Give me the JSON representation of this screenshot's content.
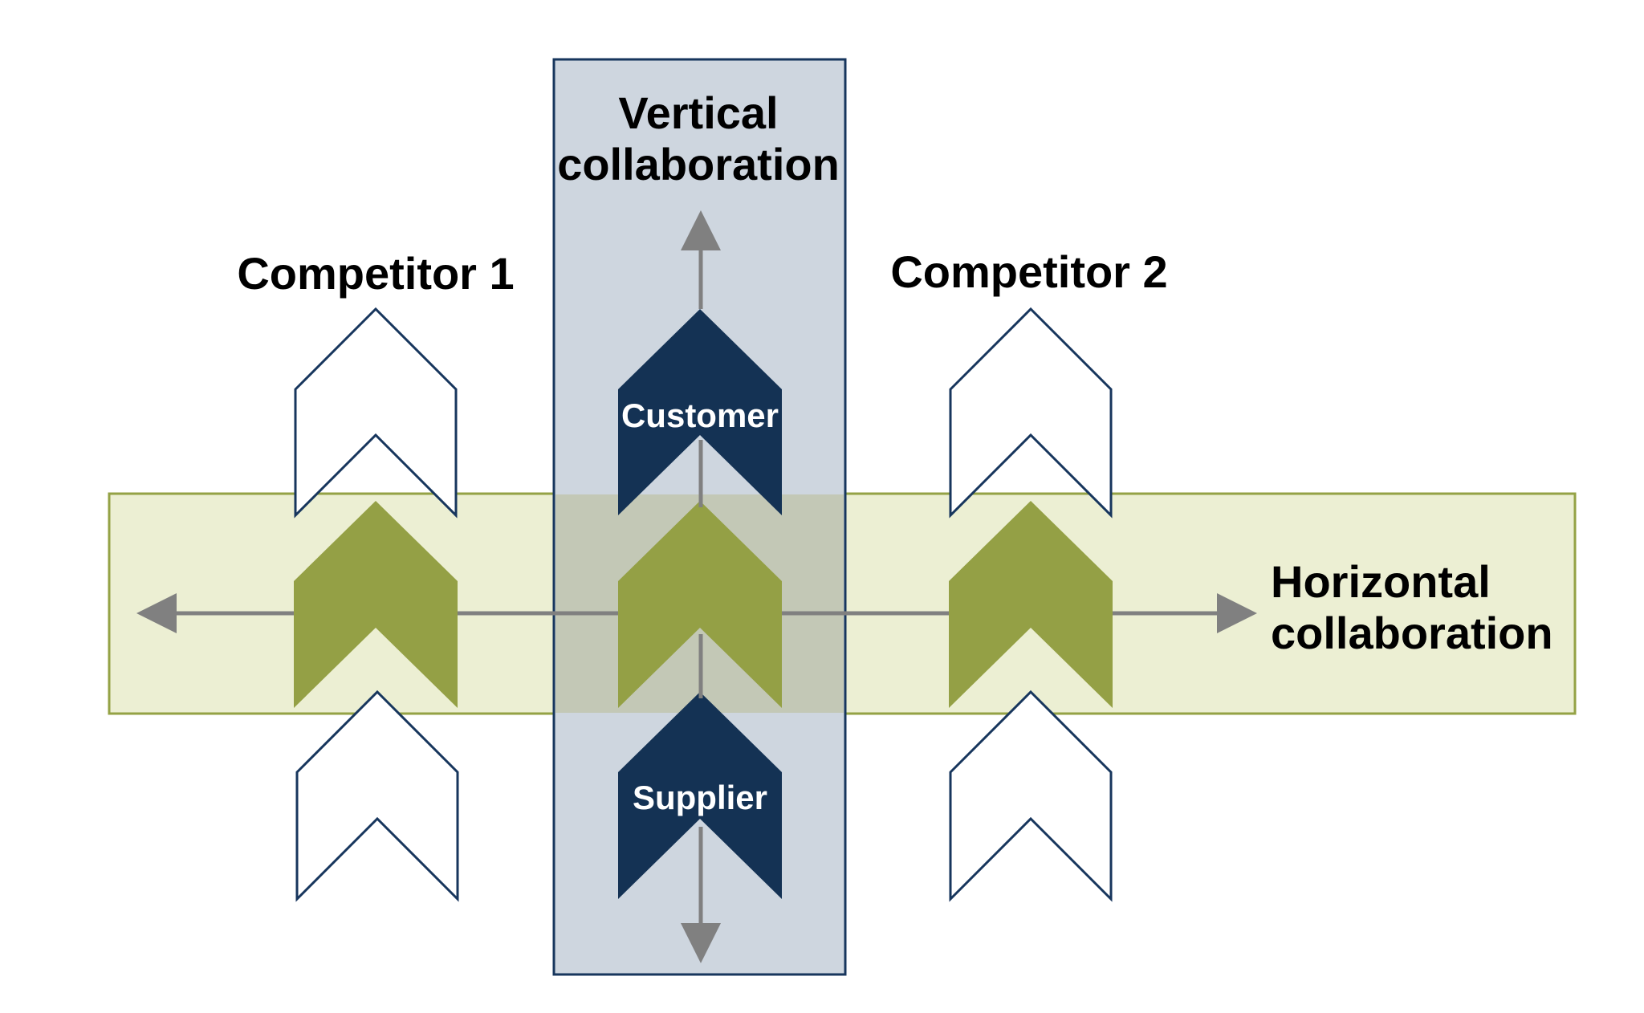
{
  "labels": {
    "vertical_line1": "Vertical",
    "vertical_line2": "collaboration",
    "horizontal_line1": "Horizontal",
    "horizontal_line2": "collaboration",
    "competitor1": "Competitor 1",
    "competitor2": "Competitor 2",
    "customer": "Customer",
    "supplier": "Supplier"
  },
  "colors": {
    "vertical_band_fill": "#ced6df",
    "vertical_band_stroke": "#17365d",
    "horizontal_band_fill": "#ecefd3",
    "horizontal_band_stroke": "#94a245",
    "overlap_fill": "#c3c8b6",
    "green_chevron": "#94a045",
    "navy_chevron": "#143254",
    "outline_chevron_stroke": "#17365d",
    "arrow": "#808080"
  }
}
